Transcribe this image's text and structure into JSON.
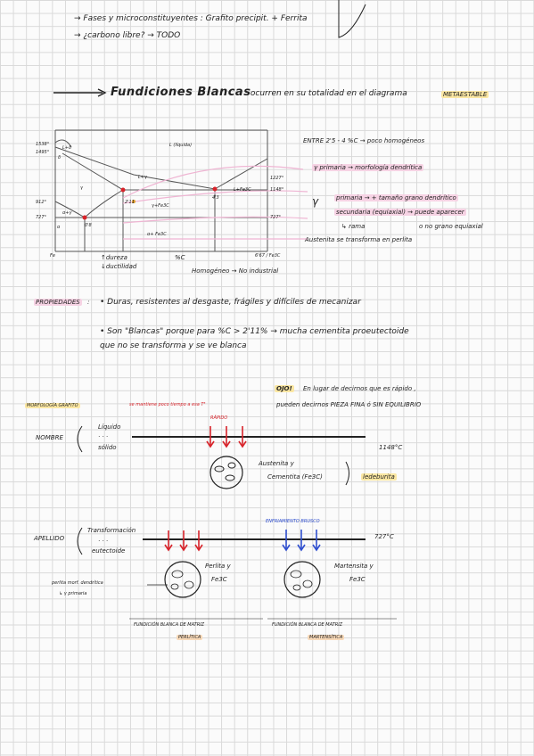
{
  "top": {
    "line1": "→ Fases y microconstituyentes : Grafito precipit. + Ferrita",
    "line2": "→ ¿carbono libre? → TODO"
  },
  "heading": {
    "title": "Fundiciones Blancas",
    "subtitle": ": ocurren en su totalidad en el diagrama",
    "tag": "METAESTABLE"
  },
  "diagram": {
    "temps_left": [
      "1538°",
      "1495°",
      "912°",
      "727°"
    ],
    "temps_right": [
      "1227°",
      "1148°",
      "727°"
    ],
    "regions": {
      "liquid": "L (líquida)",
      "l_delta": "L+δ",
      "delta": "δ",
      "gamma": "γ",
      "l_gamma": "L+γ",
      "l_fe3c": "L+Fe3C",
      "gamma_fe3c": "γ+Fe3C",
      "alpha_gamma": "α+γ",
      "alpha": "α",
      "alpha_fe3c": "α+ Fe3C",
      "point_2_11": "2'11",
      "point_0_8": "0'8",
      "point_4_3": "4'3",
      "point_6_67": "6'67",
      "c_axis": "%C",
      "fe": "Fe",
      "fe3c": "6'67 / Fe3C"
    },
    "arrows_below": [
      "↑dureza",
      "↓ductilidad"
    ],
    "homog": "Homogéneo → No industrial"
  },
  "right_notes": {
    "entre": "ENTRE 2'5 - 4 %C → poco homogéneos",
    "gamma_primaria": "γ primaria → morfología dendrítica",
    "gamma_sym": "γ",
    "primaria": "primaria → + tamaño grano dendrítico",
    "secundaria": "secundaria (equiaxial) → puede aparecer",
    "rama": "↳ rama",
    "grano": "o no grano equiaxial",
    "austenita": "Austenita se transforma en perlita"
  },
  "propiedades": {
    "label": "PROPIEDADES",
    "colon": ":",
    "p1": "• Duras, resistentes al desgaste, frágiles y difíciles de mecanizar",
    "p2a": "• Son \"Blancas\" porque para %C > 2'11% → mucha cementita proeutectoide",
    "p2b": "que no se transforma y se ve blanca"
  },
  "ojo": {
    "label": "OJO!",
    "text1": "En lugar de decirnos que es rápido ,",
    "text2": "pueden decirnos PIEZA FINA ó SIN EQUILIBRIO"
  },
  "nombre": {
    "morfologia": "MORFOLOGÍA GRAFITO",
    "nombre": "NOMBRE",
    "liquido": "Líquido",
    "dots": "· · ·",
    "solido": "sólido",
    "note_red": "se mantiene poco tiempo a esa T³",
    "rapido": "RÁPIDO",
    "temp": "1148°C",
    "aust": "Austenita y",
    "cem": "Cementita (Fe3C)",
    "ledeburita": "ledeburita"
  },
  "apellido": {
    "label": "APELLIDO",
    "transf": "Transformación",
    "dots": "· · ·",
    "eutectoide": "eutectoide",
    "enfriamiento": "ENFRIAMIENTO BRUSCO",
    "temp": "727°C",
    "perlita": "Perlita y",
    "fe3c_1": "Fe3C",
    "martensita": "Martensita y",
    "fe3c_2": "Fe3C",
    "perlita_morf": "perlita morf. dendrítica",
    "gamma_primaria": "↳ γ primaria",
    "box1a": "FUNDICIÓN BLANCA DE MATRIZ",
    "box1b": "PERLÍTICA",
    "box2a": "FUNDICIÓN BLANCA DE MATRIZ",
    "box2b": "MARTENSÍTICA"
  },
  "colors": {
    "red": "#d8232a",
    "blue": "#2f4fd0",
    "pink": "#f6d3e4",
    "yellow": "#fbe7a3"
  }
}
